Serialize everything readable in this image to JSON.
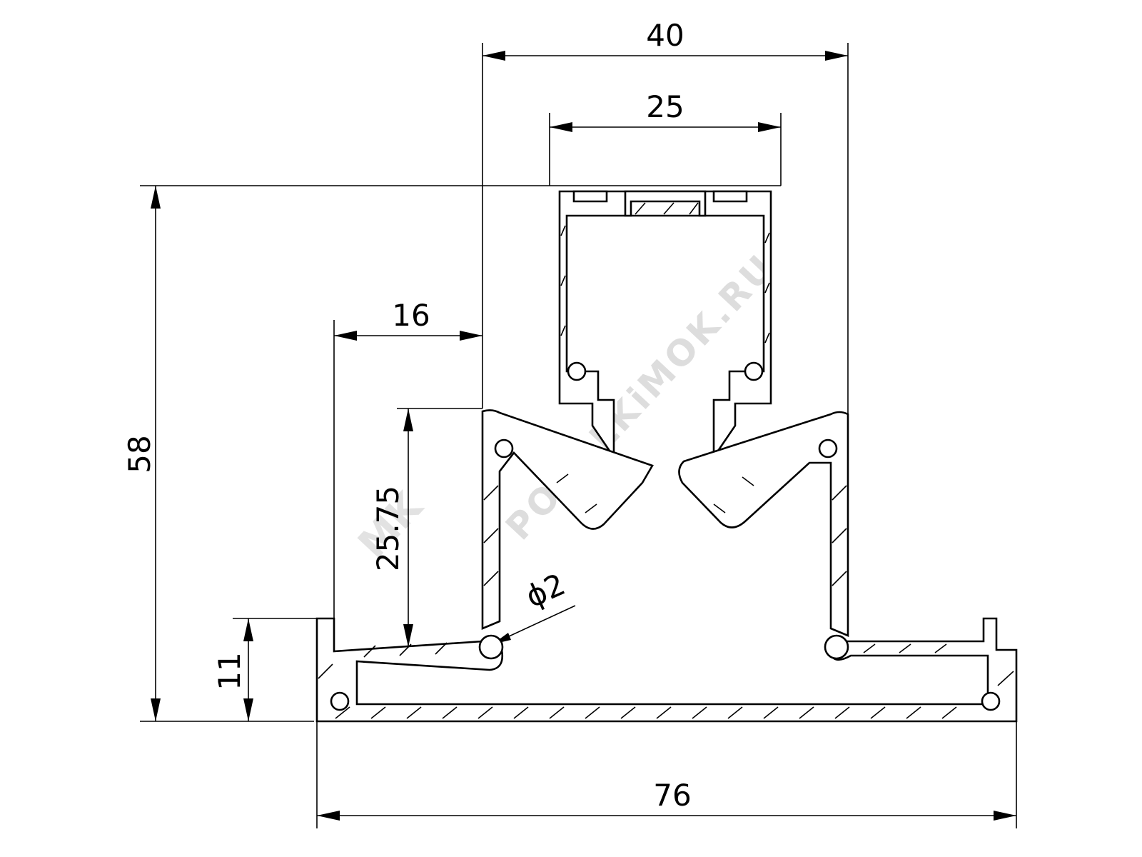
{
  "drawing": {
    "dimensions": {
      "top_width": "40",
      "inner_width": "25",
      "total_height": "58",
      "offset_width": "16",
      "side_height": "25.75",
      "base_height": "11",
      "hole_diameter": "ϕ2",
      "total_width": "76"
    },
    "watermark": {
      "text": "POTOLKiMOK.RU",
      "logo": "MK"
    }
  }
}
